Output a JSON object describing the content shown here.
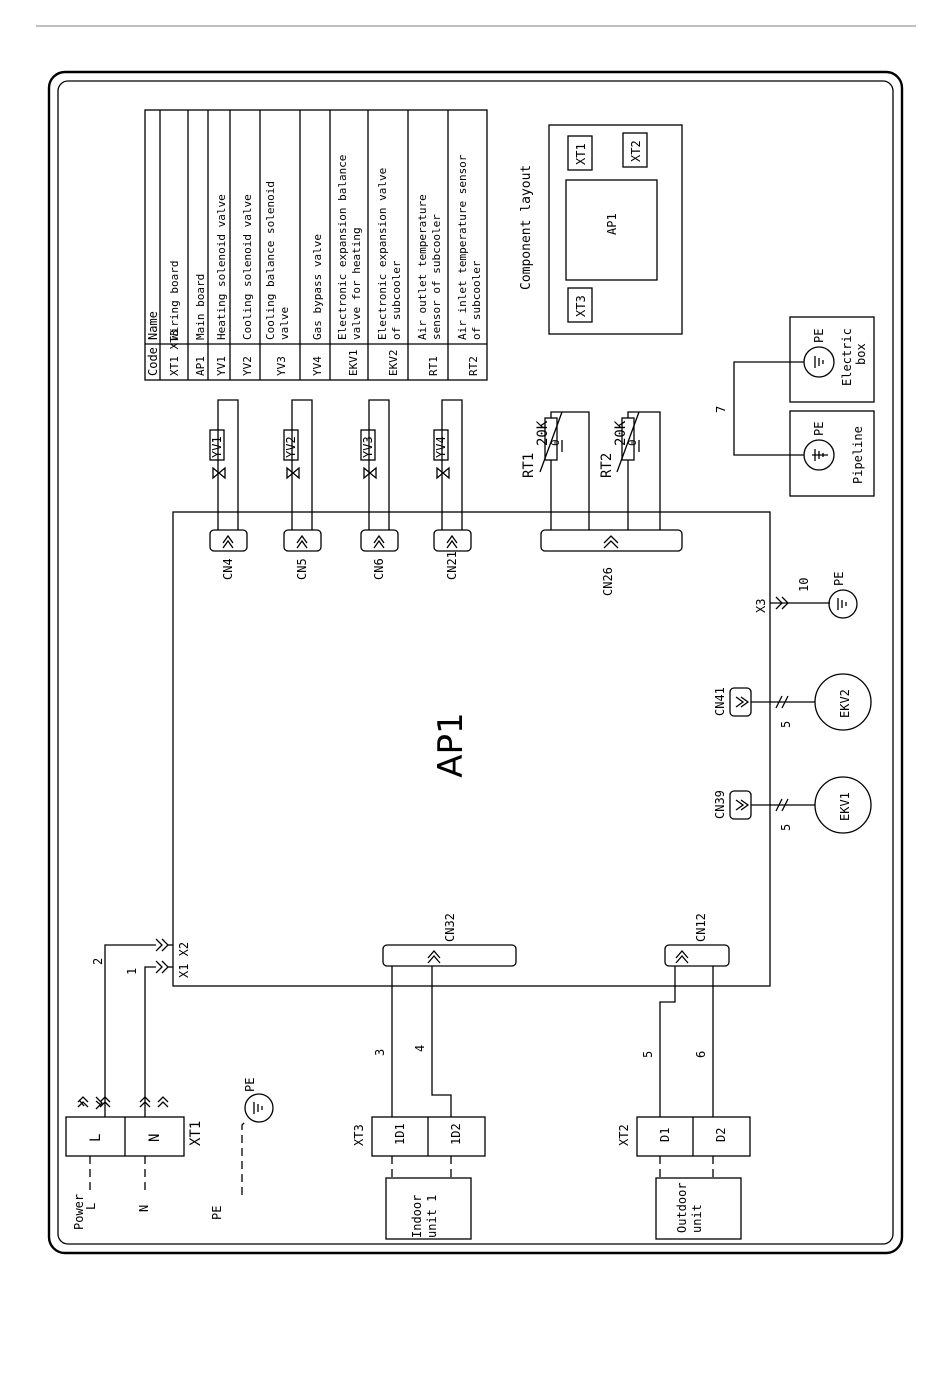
{
  "main_board_label": "AP1",
  "table": {
    "header_code": "Code",
    "header_name": "Name",
    "rows": [
      {
        "code": "XT1 XT3",
        "name": "Wiring board"
      },
      {
        "code": "AP1",
        "name": "Main board"
      },
      {
        "code": "YV1",
        "name": "Heating solenoid valve"
      },
      {
        "code": "YV2",
        "name": "Cooling solenoid valve"
      },
      {
        "code": "YV3",
        "name": [
          "Cooling  balance solenoid",
          "valve"
        ]
      },
      {
        "code": "YV4",
        "name": "Gas bypass valve"
      },
      {
        "code": "EKV1",
        "name": [
          "Electronic expansion balance",
          "valve for heating"
        ]
      },
      {
        "code": "EKV2",
        "name": [
          "Electronic expansion valve",
          "of subcooler"
        ]
      },
      {
        "code": "RT1",
        "name": [
          "Air outlet temperature",
          "sensor of subcooler"
        ]
      },
      {
        "code": "RT2",
        "name": [
          "Air inlet temperature sensor",
          "of subcooler"
        ]
      }
    ]
  },
  "component_layout": {
    "title": "Component layout",
    "xt1": "XT1",
    "xt2": "XT2",
    "xt3": "XT3",
    "ap1": "AP1"
  },
  "valves": [
    {
      "connector": "CN4",
      "valve": "YV1"
    },
    {
      "connector": "CN5",
      "valve": "YV2"
    },
    {
      "connector": "CN6",
      "valve": "YV3"
    },
    {
      "connector": "CN21",
      "valve": "YV4"
    }
  ],
  "sensors": {
    "connector": "CN26",
    "rt1": "RT1",
    "rt2": "RT2",
    "value1": "20K",
    "value2": "20K"
  },
  "ground": {
    "pe": "PE",
    "wire7": "7",
    "pipeline": "Pipeline",
    "electric_box": [
      "Electric",
      "box"
    ],
    "x3": "X3",
    "wire10": "10"
  },
  "expansion": [
    {
      "connector": "CN41",
      "wire": "5",
      "coil": "EKV2"
    },
    {
      "connector": "CN39",
      "wire": "5",
      "coil": "EKV1"
    }
  ],
  "power": {
    "power_label": "Power",
    "l_label": "L",
    "n_label": "N",
    "pe_label": "PE",
    "xt1_label": "XT1",
    "term_l": "L",
    "term_n": "N",
    "wire2": "2",
    "wire1": "1",
    "x1x2": "X1 X2"
  },
  "comm": {
    "cn32": "CN32",
    "cn12": "CN12",
    "wire3": "3",
    "wire4": "4",
    "wire5": "5",
    "wire6": "6",
    "xt3": "XT3",
    "xt3_t1": "1D1",
    "xt3_t2": "1D2",
    "indoor": [
      "Indoor",
      "unit 1"
    ],
    "xt2": "XT2",
    "xt2_t1": "D1",
    "xt2_t2": "D2",
    "outdoor": [
      "Outdoor",
      "unit"
    ]
  }
}
